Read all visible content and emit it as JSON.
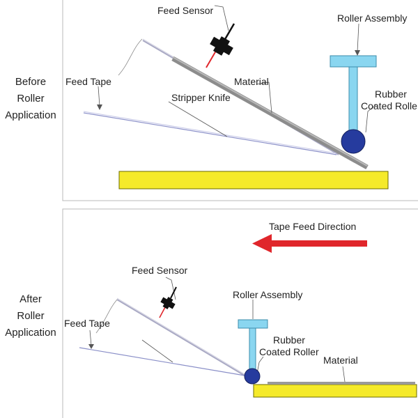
{
  "panels": [
    {
      "side_label": [
        "Before",
        "Roller",
        "Application"
      ],
      "labels": {
        "feed_sensor": "Feed Sensor",
        "roller_assembly": "Roller Assembly",
        "feed_tape": "Feed Tape",
        "material": "Material",
        "stripper_knife": "Stripper Knife",
        "rubber_coated_roller": [
          "Rubber",
          "Coated Rolle"
        ]
      }
    },
    {
      "side_label": [
        "After",
        "Roller",
        "Application"
      ],
      "labels": {
        "tape_feed_direction": "Tape Feed Direction",
        "feed_sensor": "Feed Sensor",
        "roller_assembly": "Roller Assembly",
        "feed_tape": "Feed Tape",
        "rubber_coated_roller": [
          "Rubber",
          "Coated Roller"
        ],
        "material": "Material"
      }
    }
  ],
  "colors": {
    "base_plate": "#f5ea2a",
    "roller_assembly": "#8ad6f0",
    "roller": "#263b9e",
    "material": "#9a9a9a",
    "arrow": "#e0262b",
    "sensor": "#111111",
    "tape": "#8a8fc8"
  }
}
